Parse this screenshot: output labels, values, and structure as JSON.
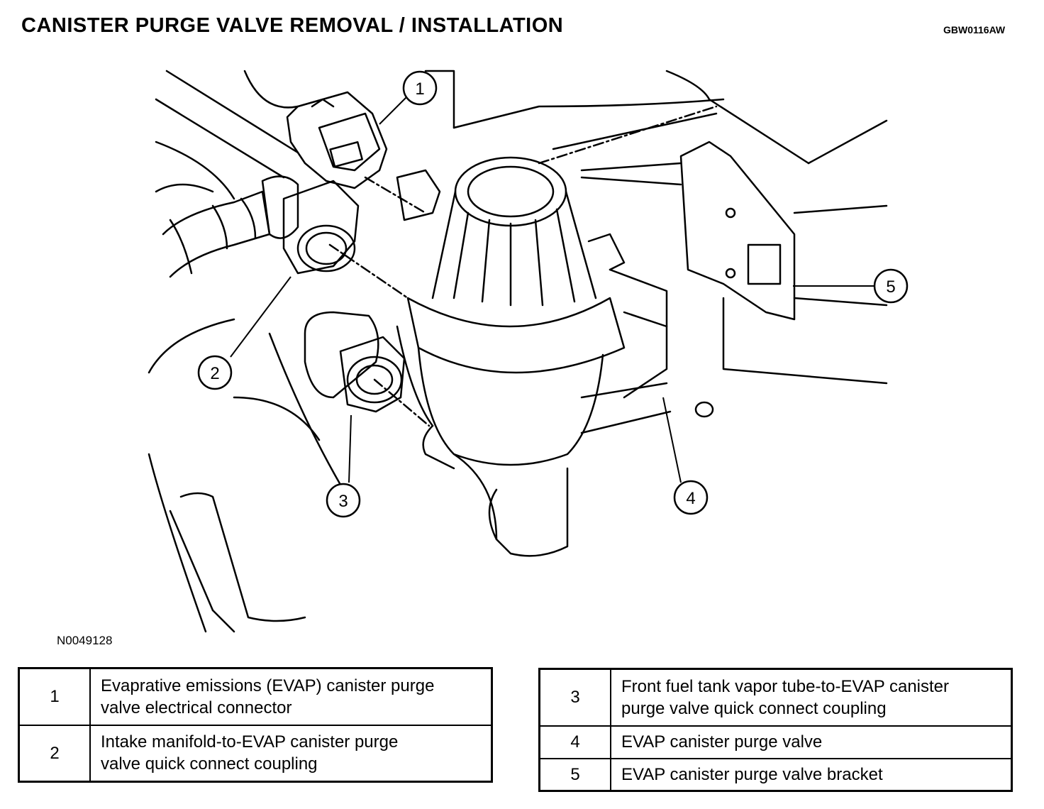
{
  "header": {
    "title": "CANISTER PURGE VALVE REMOVAL / INSTALLATION",
    "code": "GBW0116AW"
  },
  "figure": {
    "id": "N0049128",
    "callouts": [
      "1",
      "2",
      "3",
      "4",
      "5"
    ]
  },
  "legend": {
    "left": [
      {
        "num": "1",
        "line1": "Evaprative emissions (EVAP) canister purge",
        "line2": "valve electrical connector"
      },
      {
        "num": "2",
        "line1": "Intake manifold-to-EVAP canister purge",
        "line2": "valve quick connect coupling"
      }
    ],
    "right": [
      {
        "num": "3",
        "line1": "Front fuel tank vapor tube-to-EVAP canister",
        "line2": "purge valve quick connect coupling"
      },
      {
        "num": "4",
        "line1": "EVAP canister purge valve",
        "line2": ""
      },
      {
        "num": "5",
        "line1": "EVAP canister purge valve bracket",
        "line2": ""
      }
    ]
  }
}
